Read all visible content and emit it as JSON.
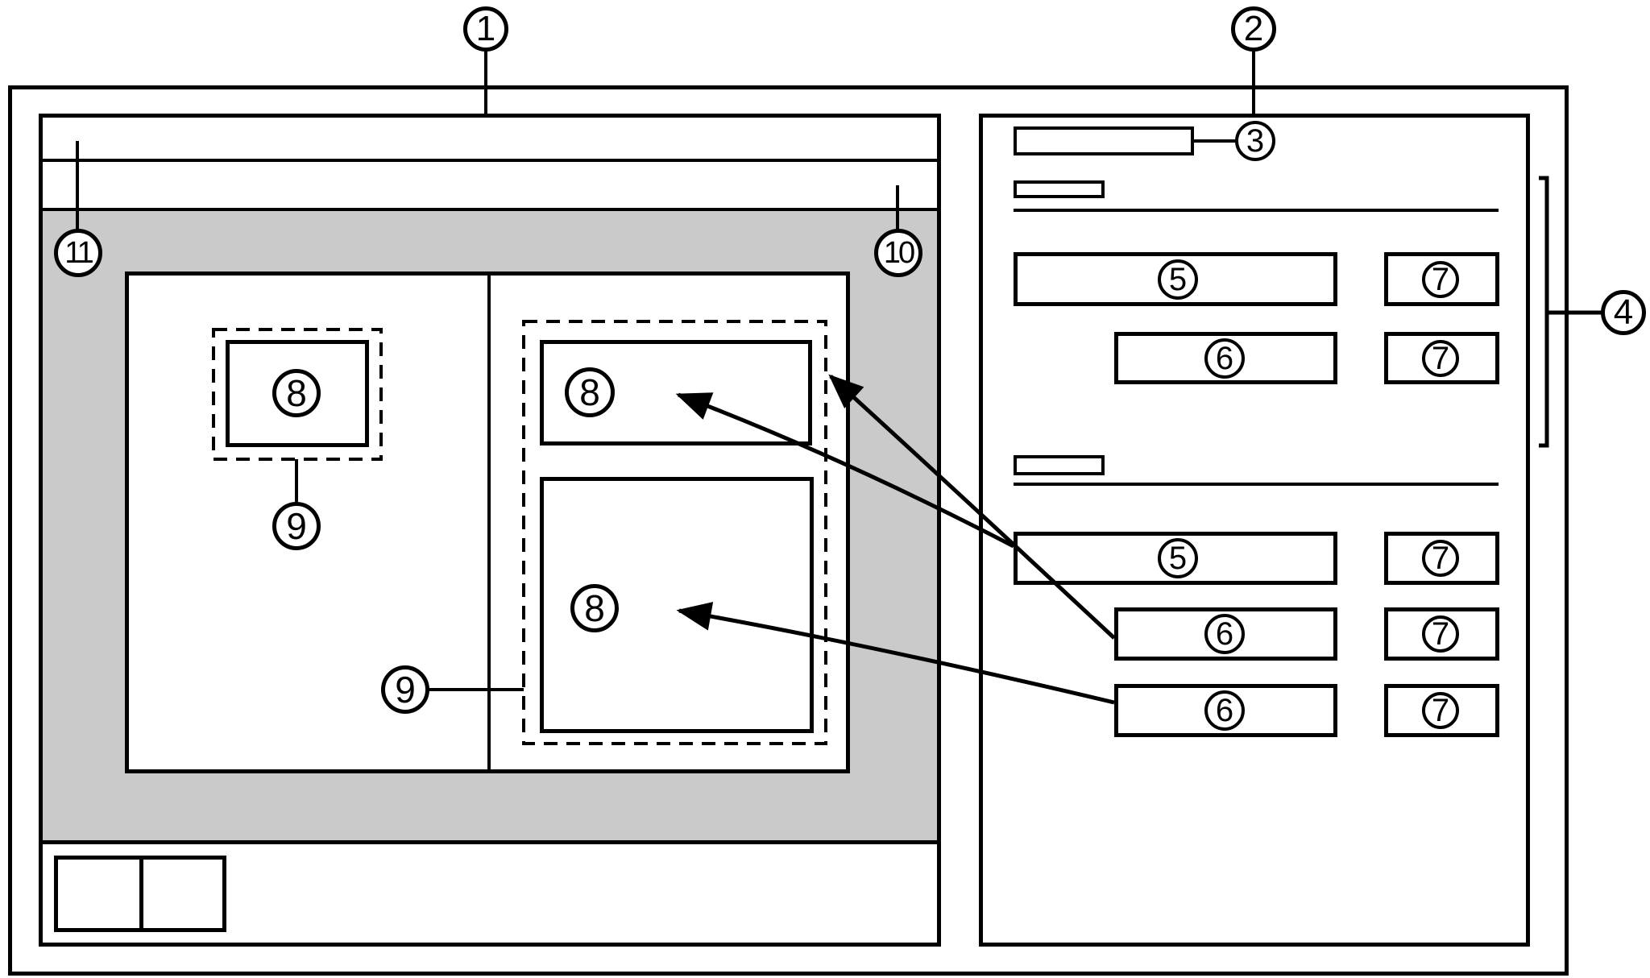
{
  "figure": {
    "kind": "wireframe-schematic-of-application-window",
    "colors": {
      "background": "#ffffff",
      "line": "#000000",
      "workspace_gray": "#cacaca"
    },
    "callouts": {
      "c1": "1",
      "c2": "2",
      "c3": "3",
      "c4": "4",
      "c5": "5",
      "c6": "6",
      "c7": "7",
      "c8": "8",
      "c9": "9",
      "c10": "10",
      "c11": "11"
    }
  }
}
